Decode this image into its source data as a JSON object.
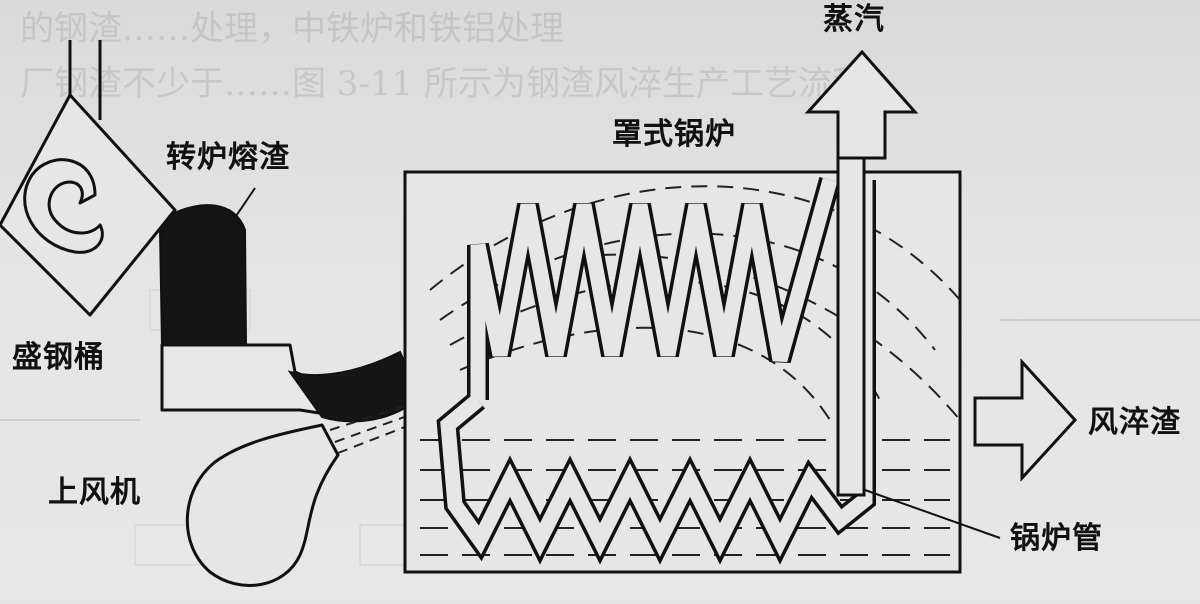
{
  "labels": {
    "ladle": "盛钢桶",
    "converter_slag": "转炉熔渣",
    "blower": "上风机",
    "boiler": "罩式锅炉",
    "steam": "蒸汽",
    "granulated_slag": "风淬渣",
    "boiler_tube": "锅炉管"
  }
}
